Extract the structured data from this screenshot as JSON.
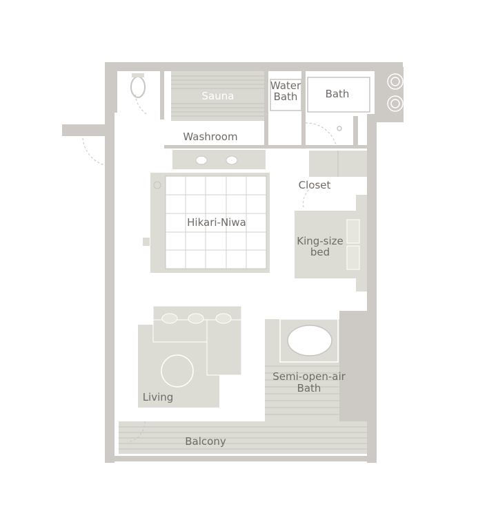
{
  "colors": {
    "wall": "#c9c5c1",
    "floor_fill": "#dcdcd5",
    "line": "#c7c3bf",
    "text": "#6f6a66",
    "background": "#ffffff"
  },
  "rooms": {
    "sauna": "Sauna",
    "water_bath_line1": "Water",
    "water_bath_line2": "Bath",
    "bath": "Bath",
    "washroom": "Washroom",
    "closet": "Closet",
    "hikari_niwa": "Hikari-Niwa",
    "bed_line1": "King-size",
    "bed_line2": "bed",
    "living": "Living",
    "semi_open_line1": "Semi-open-air",
    "semi_open_line2": "Bath",
    "balcony": "Balcony"
  }
}
